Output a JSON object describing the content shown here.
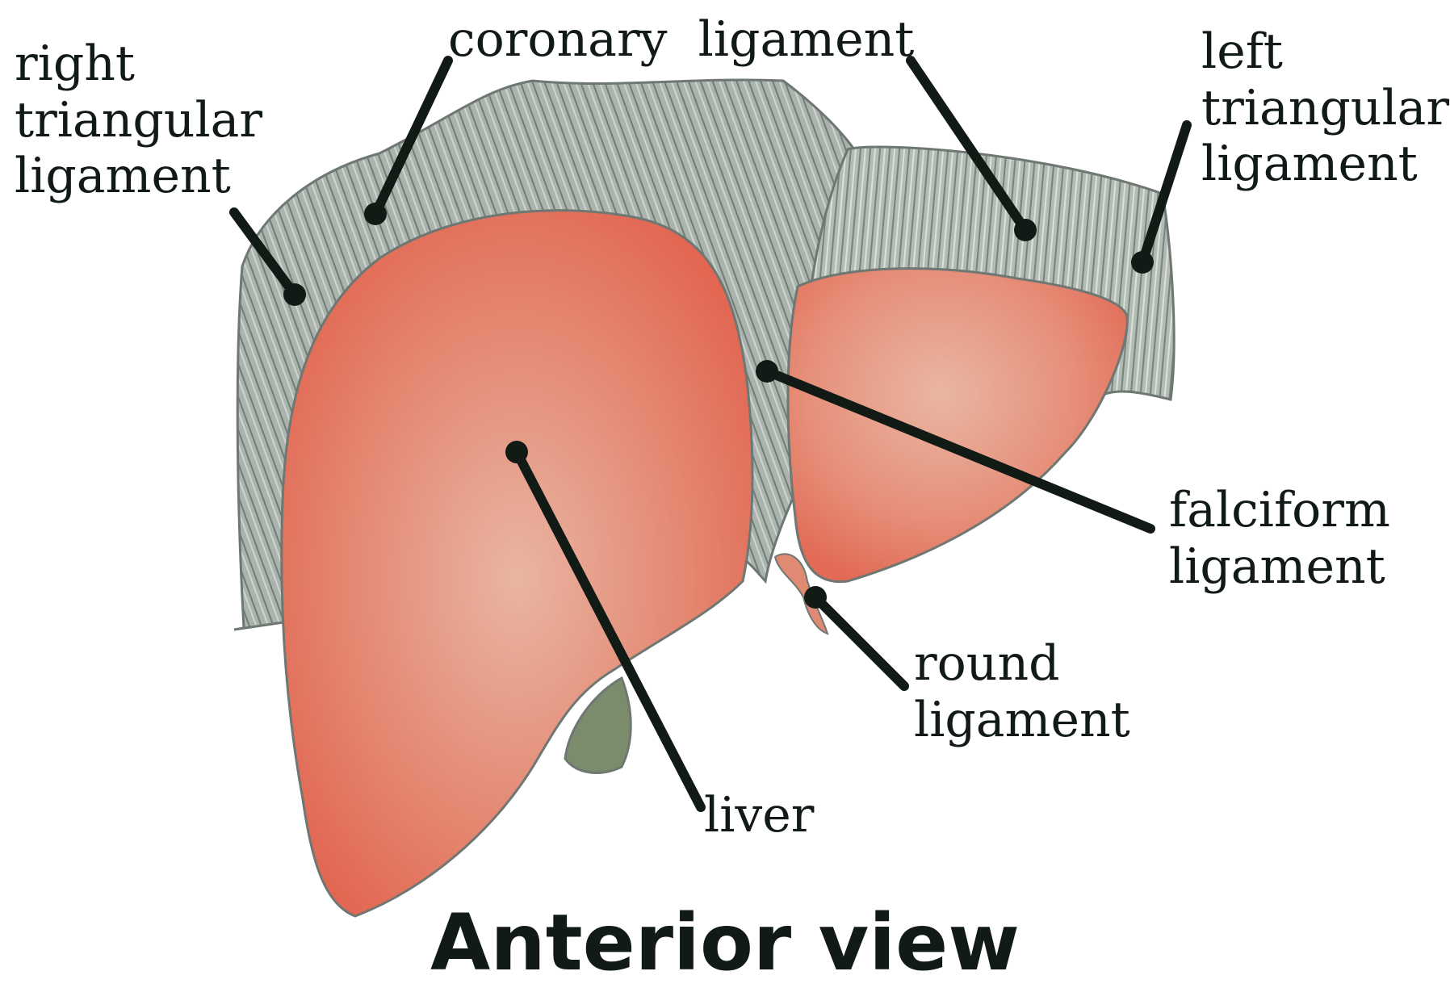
{
  "title": "Anterior view",
  "colors": {
    "ligament_gray": "#8e9a91",
    "liver_red": "#e2685a",
    "liver_highlight": "#e9b5a3",
    "gallbladder": "#7a8c6c",
    "leader_line": "#111a14",
    "outline": "#6f7772"
  },
  "labels": {
    "right_triangular": {
      "line1": "right",
      "line2": "triangular",
      "line3": "ligament"
    },
    "coronary": {
      "text": "coronary  ligament"
    },
    "left_triangular": {
      "line1": "left",
      "line2": "triangular",
      "line3": "ligament"
    },
    "falciform": {
      "line1": "falciform",
      "line2": "ligament"
    },
    "round": {
      "line1": "round",
      "line2": "ligament"
    },
    "liver": {
      "text": "liver"
    }
  }
}
